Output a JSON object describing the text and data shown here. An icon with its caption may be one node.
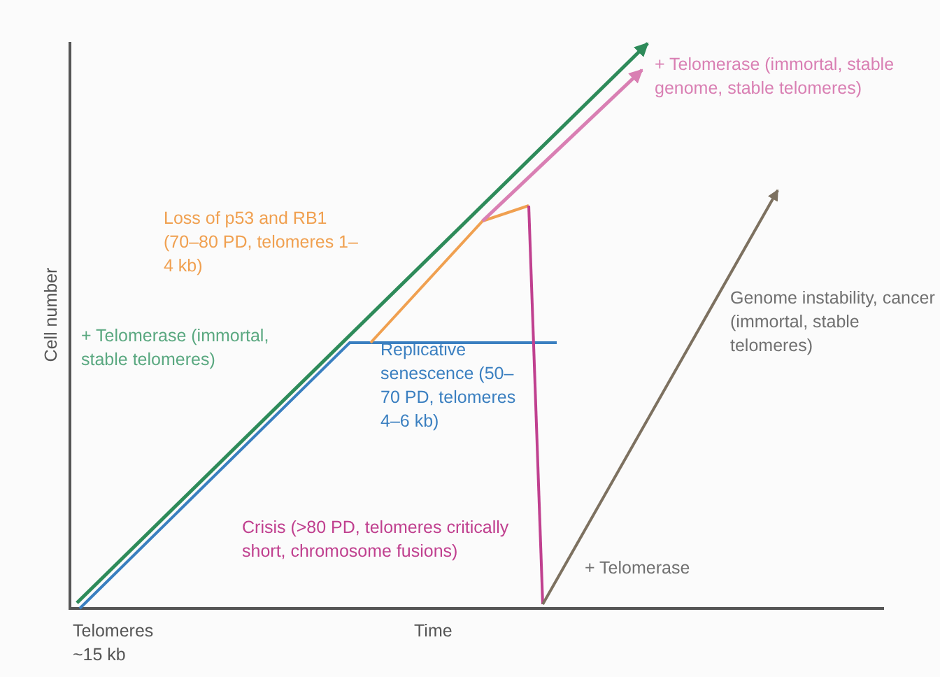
{
  "diagram": {
    "labels": [
      "+ Telomerase (immortal, stable genome, stable telomeres)",
      "Loss of p53 and RB1 (70–80 PD, telomeres 1–4 kb)",
      "Cell number",
      "+ Telomerase (immortal, stable telomeres)",
      "Replicative senescence (50–70 PD, telomeres 4–6 kb)",
      "Genome instability, cancer (immortal, stable telomeres)",
      "Crisis (>80 PD, telomeres critically short, chromosome fusions)",
      "+ Telomerase",
      "Telomeres ~15 kb",
      "Time"
    ]
  }
}
